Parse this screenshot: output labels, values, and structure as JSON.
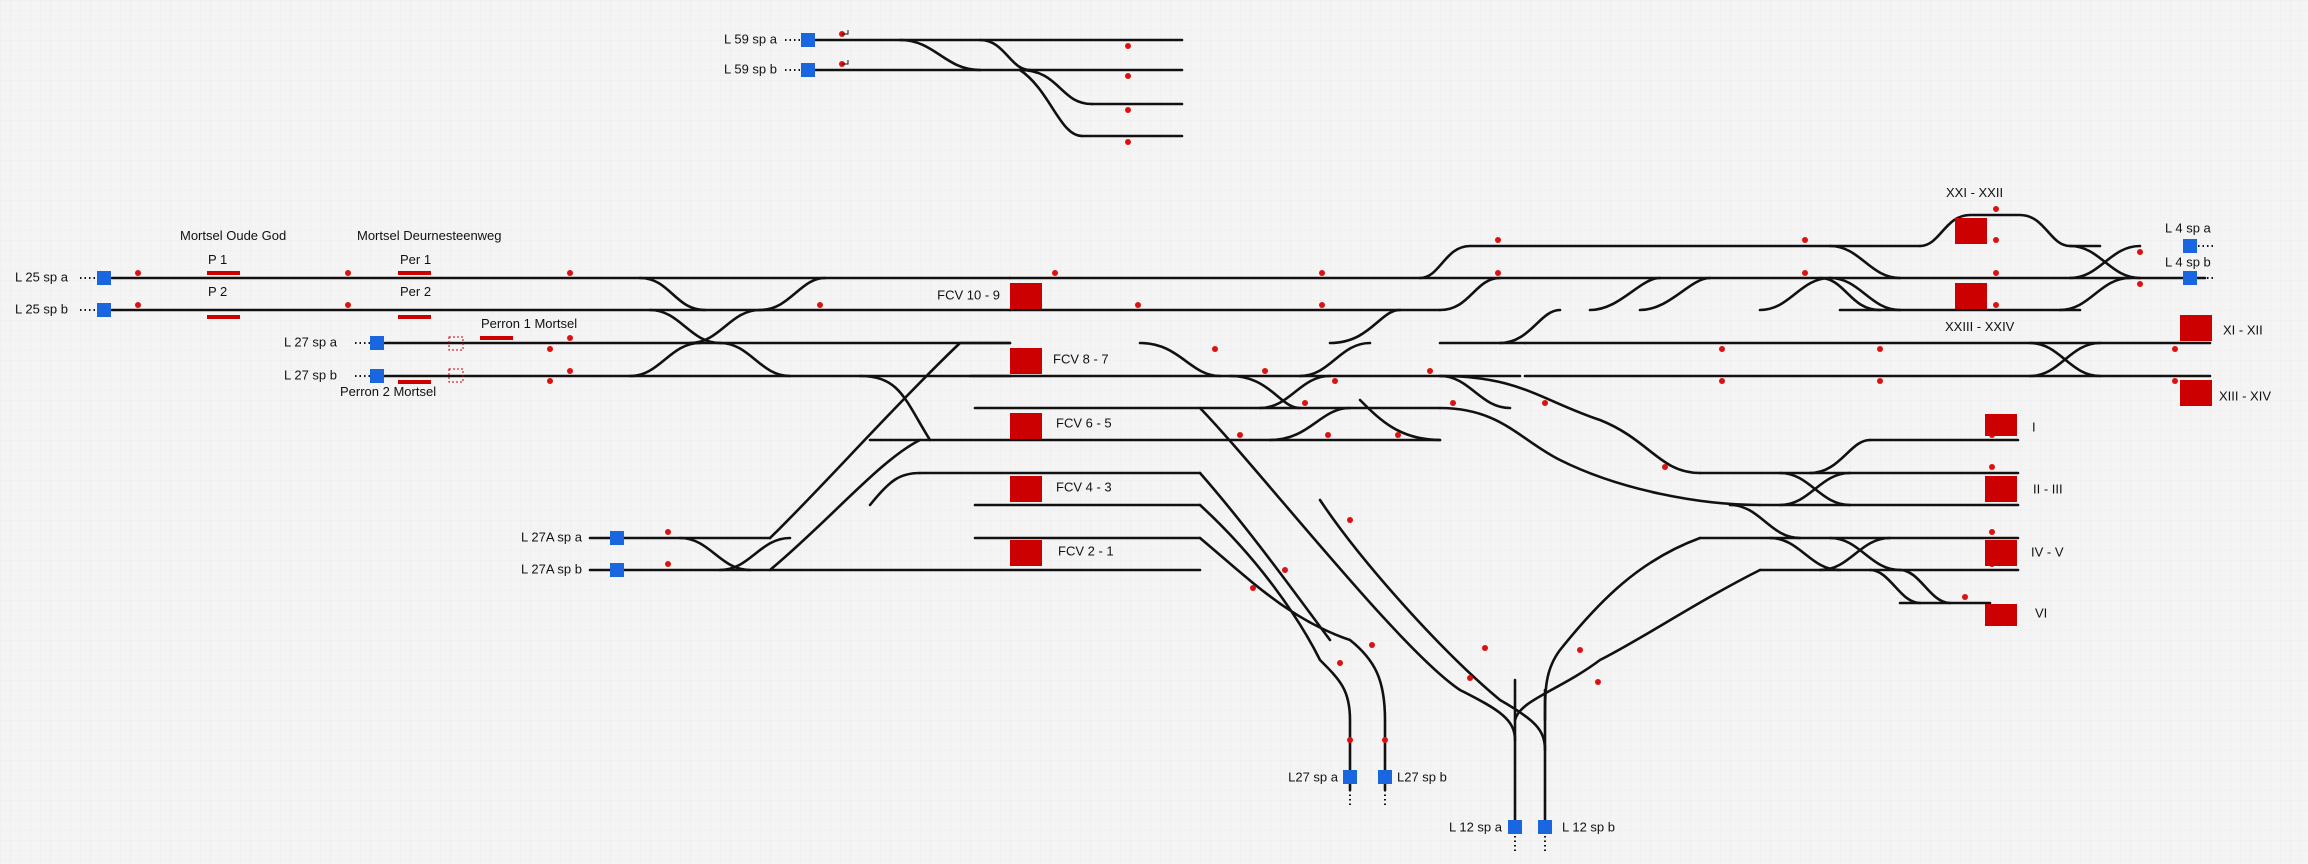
{
  "colors": {
    "track": "#111111",
    "signal": "#dd1111",
    "platform": "#cc0000",
    "endpoint": "#1a66e0",
    "grid": "#d4d4d4",
    "background": "#f4f4f4"
  },
  "endpoints": [
    {
      "id": "L59a",
      "label": "L 59 sp a"
    },
    {
      "id": "L59b",
      "label": "L 59 sp b"
    },
    {
      "id": "L25a",
      "label": "L 25 sp a"
    },
    {
      "id": "L25b",
      "label": "L 25 sp b"
    },
    {
      "id": "L27a",
      "label": "L 27 sp a"
    },
    {
      "id": "L27b",
      "label": "L 27 sp b"
    },
    {
      "id": "L27Aa",
      "label": "L 27A sp a"
    },
    {
      "id": "L27Ab",
      "label": "L 27A sp b"
    },
    {
      "id": "L4a",
      "label": "L 4 sp a"
    },
    {
      "id": "L4b",
      "label": "L 4 sp b"
    },
    {
      "id": "L27sa",
      "label": "L27 sp a"
    },
    {
      "id": "L27sb",
      "label": "L27 sp b"
    },
    {
      "id": "L12a",
      "label": "L 12 sp a"
    },
    {
      "id": "L12b",
      "label": "L 12 sp b"
    }
  ],
  "stations": [
    {
      "id": "oude-god",
      "label": "Mortsel Oude God"
    },
    {
      "id": "deurne",
      "label": "Mortsel Deurnesteenweg"
    }
  ],
  "platforms": [
    {
      "id": "p1",
      "label": "P 1"
    },
    {
      "id": "p2",
      "label": "P 2"
    },
    {
      "id": "per1",
      "label": "Per 1"
    },
    {
      "id": "per2",
      "label": "Per 2"
    },
    {
      "id": "perron1",
      "label": "Perron 1 Mortsel"
    },
    {
      "id": "perron2",
      "label": "Perron 2 Mortsel"
    }
  ],
  "blocks": [
    {
      "id": "fcv109",
      "label": "FCV 10 - 9"
    },
    {
      "id": "fcv87",
      "label": "FCV 8 - 7"
    },
    {
      "id": "fcv65",
      "label": "FCV 6 - 5"
    },
    {
      "id": "fcv43",
      "label": "FCV 4 - 3"
    },
    {
      "id": "fcv21",
      "label": "FCV 2 - 1"
    },
    {
      "id": "xxi",
      "label": "XXI - XXII"
    },
    {
      "id": "xxiii",
      "label": "XXIII - XXIV"
    },
    {
      "id": "xi",
      "label": "XI - XII"
    },
    {
      "id": "xiii",
      "label": "XIII - XIV"
    },
    {
      "id": "i",
      "label": "I"
    },
    {
      "id": "ii",
      "label": "II - III"
    },
    {
      "id": "iv",
      "label": "IV - V"
    },
    {
      "id": "vi",
      "label": "VI"
    }
  ]
}
